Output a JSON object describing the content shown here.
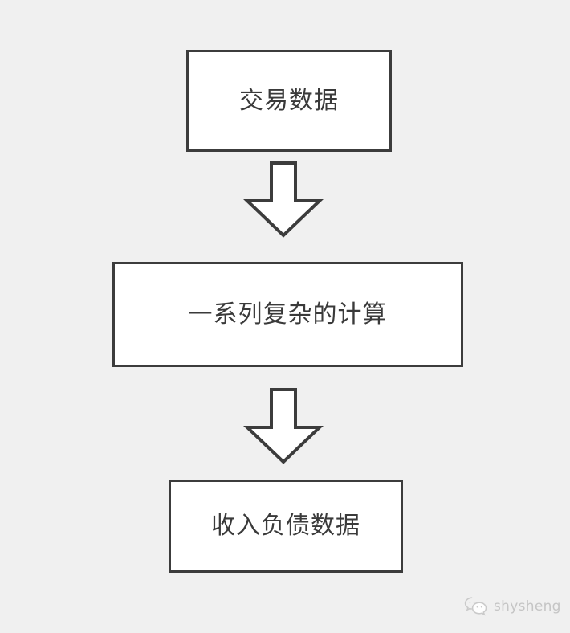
{
  "diagram": {
    "type": "flowchart",
    "orientation": "vertical",
    "background_color": "#f0f0f0",
    "box_fill_color": "#ffffff",
    "box_border_color": "#3c3c3c",
    "text_color": "#3a3a3a",
    "nodes": [
      {
        "id": "transaction-data",
        "label": "交易数据",
        "order": 1
      },
      {
        "id": "complex-calculations",
        "label": "一系列复杂的计算",
        "order": 2
      },
      {
        "id": "income-liability-data",
        "label": "收入负债数据",
        "order": 3
      }
    ],
    "connectors": [
      {
        "id": "arrow-one",
        "icon": "down-block-arrow-icon",
        "from": "transaction-data",
        "to": "complex-calculations"
      },
      {
        "id": "arrow-two",
        "icon": "down-block-arrow-icon",
        "from": "complex-calculations",
        "to": "income-liability-data"
      }
    ]
  },
  "watermark": {
    "icon": "wechat-logo-icon",
    "text": "shysheng",
    "color": "#c3c3c3"
  }
}
